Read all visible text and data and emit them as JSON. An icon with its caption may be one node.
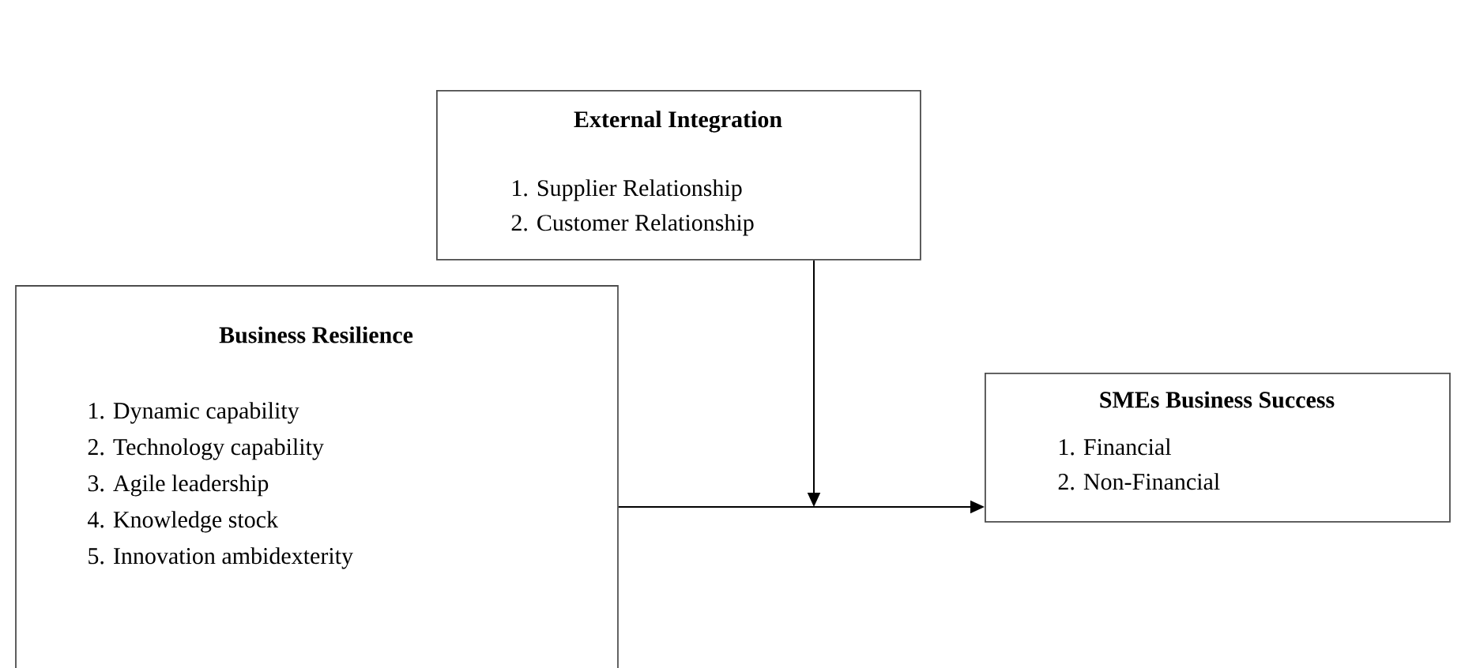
{
  "diagram": {
    "nodes": [
      {
        "text": [
          "External Integration",
          "1. Supplier Relationship",
          "2. Customer Relationship"
        ]
      },
      {
        "text": [
          "Business Resilience",
          "1. Dynamic capability",
          "2. Technology capability",
          "3. Agile leadership",
          "4. Knowledge stock",
          "5. Innovation ambidexterity"
        ]
      },
      {
        "text": [
          "SMEs Business Success",
          "1. Financial",
          "2. Non-Financial"
        ]
      }
    ],
    "edges": [
      {
        "from": 1,
        "to": 2,
        "arrow": "to"
      },
      {
        "from": 0,
        "to": null,
        "arrow": "to"
      }
    ]
  }
}
